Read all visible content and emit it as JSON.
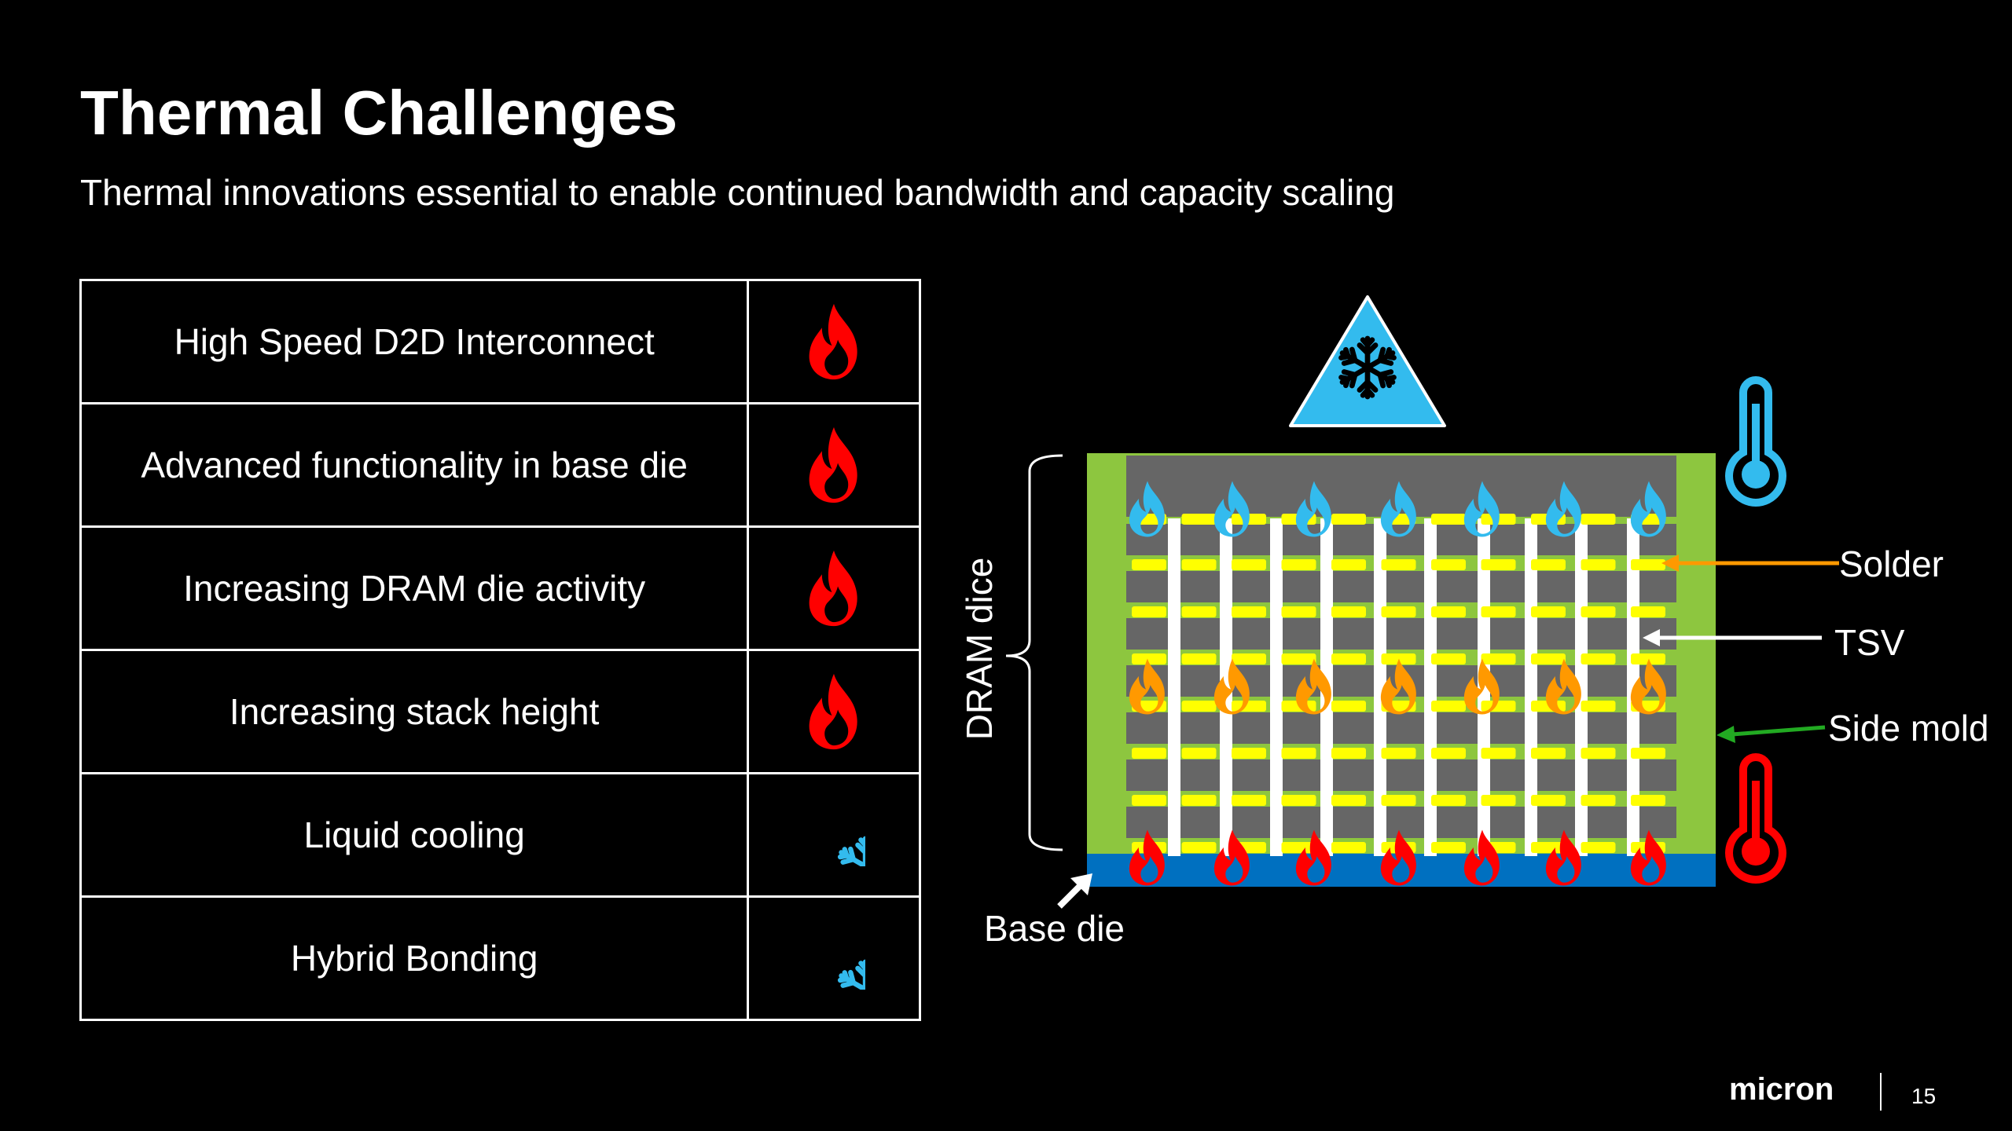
{
  "slide": {
    "title": "Thermal Challenges",
    "subtitle": "Thermal innovations essential to enable continued bandwidth and capacity scaling",
    "page_number": "15",
    "logo_text": "micron"
  },
  "table": {
    "rows": [
      {
        "label": "High Speed D2D Interconnect",
        "icon": "flame-icon"
      },
      {
        "label": "Advanced functionality in base die",
        "icon": "flame-icon"
      },
      {
        "label": "Increasing DRAM die activity",
        "icon": "flame-icon"
      },
      {
        "label": "Increasing stack height",
        "icon": "flame-icon"
      },
      {
        "label": "Liquid cooling",
        "icon": "snowflake-icon"
      },
      {
        "label": "Hybrid Bonding",
        "icon": "snowflake-icon"
      }
    ]
  },
  "diagram": {
    "labels": {
      "dram_dice": "DRAM dice",
      "base_die": "Base die",
      "solder": "Solder",
      "tsv": "TSV",
      "side_mold": "Side mold"
    },
    "icons": {
      "cooling_triangle": "snowflake-warning-icon",
      "cold_thermometer": "cold-thermometer-icon",
      "hot_thermometer": "hot-thermometer-icon"
    },
    "colors": {
      "flame_hot": "#ff0000",
      "flame_warm": "#ff9900",
      "flame_cool": "#33bbee",
      "snowflake": "#33bbee",
      "side_mold": "#8dc63f",
      "die": "#666666",
      "solder": "#ffff00",
      "tsv": "#ffffff",
      "base_die": "#0070c0",
      "solder_arrow": "#ff9900",
      "tsv_arrow": "#ffffff",
      "side_mold_arrow": "#22aa22"
    }
  }
}
